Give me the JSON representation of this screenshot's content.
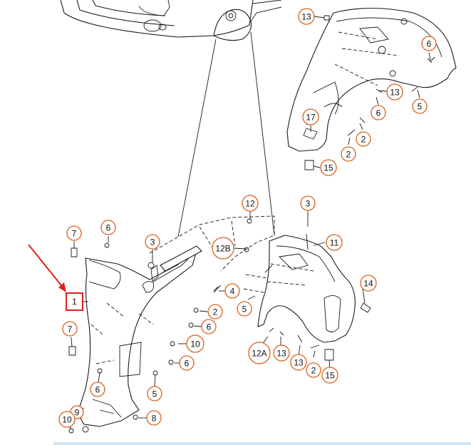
{
  "colors": {
    "callout_ring": "#d9601c",
    "highlight_box": "#e02020",
    "pointer_arrow": "#e02020",
    "line_art": "#1a1a1a"
  },
  "callouts": [
    {
      "id": "c13_top",
      "label": "13"
    },
    {
      "id": "c6_top",
      "label": "6"
    },
    {
      "id": "c13_mid",
      "label": "13"
    },
    {
      "id": "c6_mid",
      "label": "6"
    },
    {
      "id": "c5_top",
      "label": "5"
    },
    {
      "id": "c17",
      "label": "17"
    },
    {
      "id": "c2_a",
      "label": "2"
    },
    {
      "id": "c2_b",
      "label": "2"
    },
    {
      "id": "c15_top",
      "label": "15"
    },
    {
      "id": "c12",
      "label": "12"
    },
    {
      "id": "c3_right",
      "label": "3"
    },
    {
      "id": "c11",
      "label": "11"
    },
    {
      "id": "c12b",
      "label": "12B"
    },
    {
      "id": "c3_left",
      "label": "3"
    },
    {
      "id": "c7_top",
      "label": "7"
    },
    {
      "id": "c6_left_top",
      "label": "6"
    },
    {
      "id": "c4",
      "label": "4"
    },
    {
      "id": "c14",
      "label": "14"
    },
    {
      "id": "c2_c",
      "label": "2"
    },
    {
      "id": "c5_mid",
      "label": "5"
    },
    {
      "id": "c6_mid2",
      "label": "6"
    },
    {
      "id": "c7_bottom",
      "label": "7"
    },
    {
      "id": "c10_mid",
      "label": "10"
    },
    {
      "id": "c6_low",
      "label": "6"
    },
    {
      "id": "c12a",
      "label": "12A"
    },
    {
      "id": "c13_low_a",
      "label": "13"
    },
    {
      "id": "c13_low_b",
      "label": "13"
    },
    {
      "id": "c2_d",
      "label": "2"
    },
    {
      "id": "c15_bottom",
      "label": "15"
    },
    {
      "id": "c6_bottom",
      "label": "6"
    },
    {
      "id": "c5_bottom",
      "label": "5"
    },
    {
      "id": "c9",
      "label": "9"
    },
    {
      "id": "c8",
      "label": "8"
    },
    {
      "id": "c10_bottom",
      "label": "10"
    }
  ],
  "highlighted_part": {
    "label": "1"
  }
}
